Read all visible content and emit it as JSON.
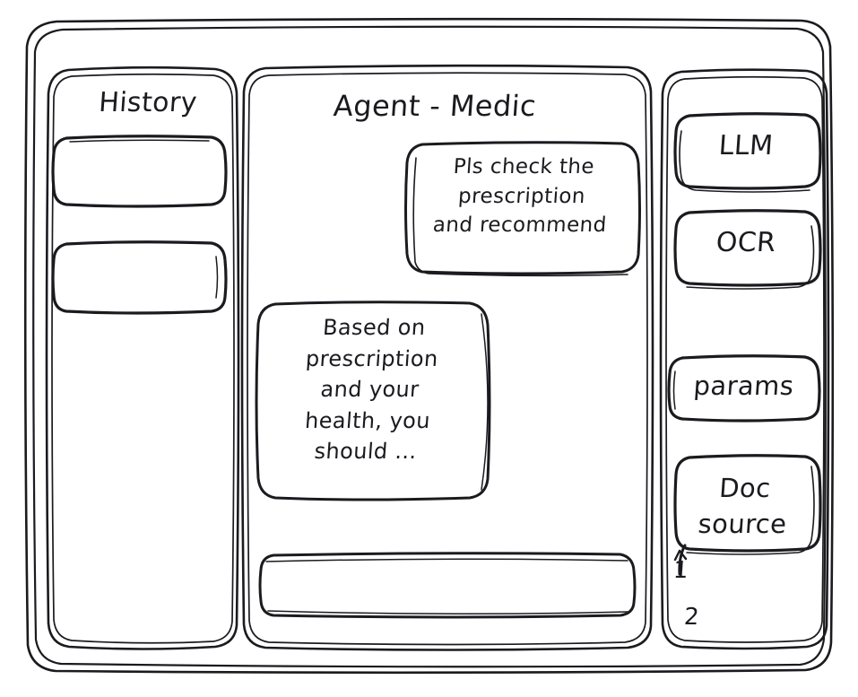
{
  "window": {
    "style": "hand-drawn-wireframe",
    "background_color": "#ffffff",
    "stroke_color": "#1b1b1f"
  },
  "sidebar_left": {
    "title": "History",
    "items": [
      {
        "label": ""
      },
      {
        "label": ""
      }
    ]
  },
  "main": {
    "title": "Agent - Medic",
    "messages": [
      {
        "role": "user",
        "align": "right",
        "text": "Pls check the\nprescription\nand recommend"
      },
      {
        "role": "agent",
        "align": "left",
        "text": "Based on\nprescription\nand your\nhealth, you\nshould ..."
      }
    ],
    "composer": {
      "value": "",
      "placeholder": ""
    }
  },
  "sidebar_right": {
    "tools": [
      {
        "label": "LLM"
      },
      {
        "label": "OCR"
      },
      {
        "label": "params"
      },
      {
        "label": "Doc\nsource"
      }
    ],
    "doc_source_items": [
      {
        "label": "1"
      },
      {
        "label": "2"
      }
    ]
  }
}
